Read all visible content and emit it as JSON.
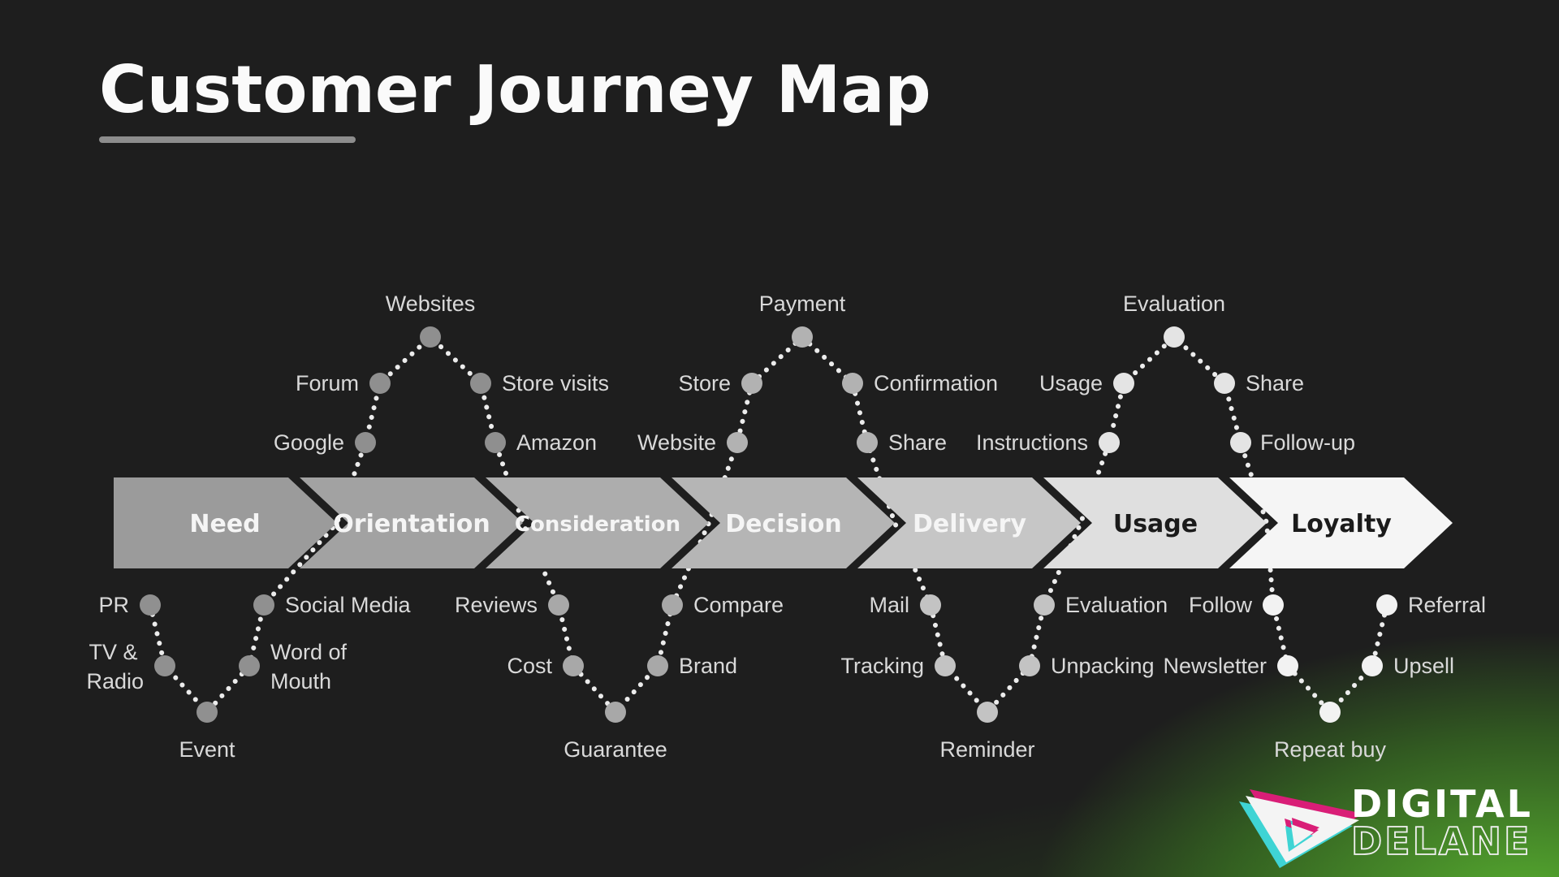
{
  "title": {
    "text": "Customer Journey Map",
    "underline_color": "#8d8d8d"
  },
  "background": {
    "base": "#1e1e1e",
    "corner_glow": "#58b030"
  },
  "journey": {
    "dot_color": "#ececec"
  },
  "stages": [
    {
      "label": "Need",
      "fill": "#9b9b9b",
      "text_color": "#f5f5f5"
    },
    {
      "label": "Orientation",
      "fill": "#a2a2a2",
      "text_color": "#f5f5f5"
    },
    {
      "label": "Consideration",
      "fill": "#adadad",
      "text_color": "#f5f5f5"
    },
    {
      "label": "Decision",
      "fill": "#b5b5b5",
      "text_color": "#f5f5f5"
    },
    {
      "label": "Delivery",
      "fill": "#c6c6c6",
      "text_color": "#f5f5f5"
    },
    {
      "label": "Usage",
      "fill": "#dfdfdf",
      "text_color": "#1b1b1b"
    },
    {
      "label": "Loyalty",
      "fill": "#f5f5f5",
      "text_color": "#1b1b1b"
    }
  ],
  "touchpoints": {
    "valleys": [
      {
        "node_color": "#909090",
        "left_top": "PR",
        "left_mid_l1": "TV &",
        "left_mid_l2": "Radio",
        "bottom": "Event",
        "right_mid_l1": "Word of",
        "right_mid_l2": "Mouth",
        "right_top": "Social Media"
      },
      {
        "node_color": "#a8a8a8",
        "left_top": "Reviews",
        "left_mid": "Cost",
        "bottom": "Guarantee",
        "right_mid": "Brand",
        "right_top": "Compare"
      },
      {
        "node_color": "#c3c3c3",
        "left_top": "Mail",
        "left_mid": "Tracking",
        "bottom": "Reminder",
        "right_mid": "Unpacking",
        "right_top": "Evaluation"
      },
      {
        "node_color": "#f2f2f2",
        "left_top": "Follow",
        "left_mid": "Newsletter",
        "bottom": "Repeat buy",
        "right_mid": "Upsell",
        "right_top": "Referral"
      }
    ],
    "arcs": [
      {
        "node_color": "#8f8f8f",
        "left_low": "Google",
        "left_mid": "Forum",
        "apex": "Websites",
        "right_mid": "Store visits",
        "right_low": "Amazon"
      },
      {
        "node_color": "#b2b2b2",
        "left_low": "Website",
        "left_mid": "Store",
        "apex": "Payment",
        "right_mid": "Confirmation",
        "right_low": "Share"
      },
      {
        "node_color": "#e4e4e4",
        "left_low": "Instructions",
        "left_mid": "Usage",
        "apex": "Evaluation",
        "right_mid": "Share",
        "right_low": "Follow-up"
      }
    ]
  },
  "logo": {
    "line1": "DIGITAL",
    "line2": "DELANE",
    "magenta": "#d91e77",
    "cyan": "#3fd4d4",
    "white": "#f4f4f4"
  }
}
